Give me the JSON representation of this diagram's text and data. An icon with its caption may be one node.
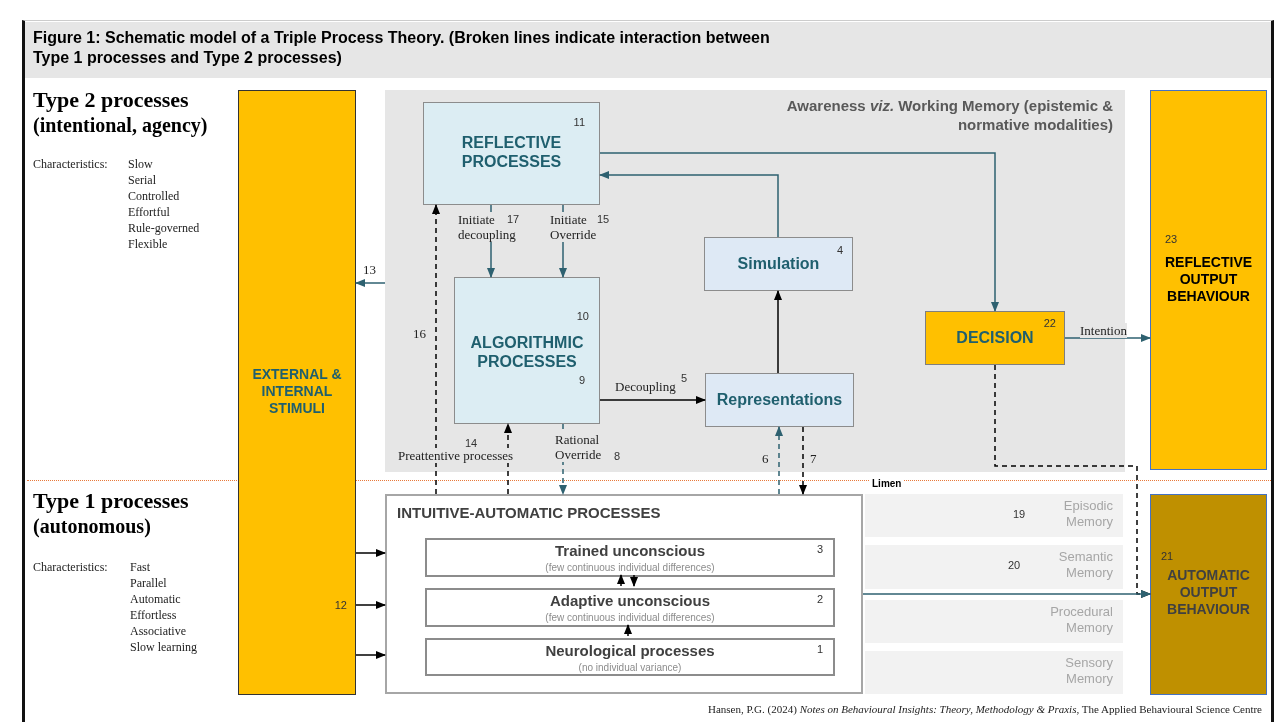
{
  "diagram": {
    "title": "Figure 1: Schematic model of a Triple Process Theory. (Broken lines indicate interaction between Type 1 processes and Type 2 processes)",
    "caption": "Hansen, P.G. (2024) *Notes on Behavioural Insights: Theory, Methodology & Praxis*, The Applied Behavioural Science Centre",
    "nodes": [
      {
        "text": [
          "Awareness *viz.* Working Memory (epistemic & normative modalities)"
        ]
      },
      {
        "text": [
          "REFLECTIVE PROCESSES",
          "11"
        ],
        "in": 0
      },
      {
        "text": [
          "10",
          "ALGORITHMIC PROCESSES",
          "9"
        ],
        "in": 0
      },
      {
        "text": [
          "Simulation",
          "4"
        ],
        "in": 0
      },
      {
        "text": [
          "Representations"
        ],
        "in": 0
      },
      {
        "text": [
          "DECISION",
          "22"
        ],
        "in": 0
      },
      {
        "text": [
          "EXTERNAL & INTERNAL STIMULI",
          "12"
        ]
      },
      {
        "text": [
          "23",
          "REFLECTIVE OUTPUT BEHAVIOUR"
        ]
      },
      {
        "text": [
          "INTUITIVE-AUTOMATIC PROCESSES"
        ]
      },
      {
        "text": [
          "Trained unconscious",
          "(few continuous individual differences)",
          "3"
        ],
        "in": 8
      },
      {
        "text": [
          "Adaptive unconscious",
          "(few continuous individual differences)",
          "2"
        ],
        "in": 8
      },
      {
        "text": [
          "Neurological processes",
          "(no individual variance)",
          "1"
        ],
        "in": 8
      },
      {
        "text": [
          "19",
          "Episodic Memory"
        ]
      },
      {
        "text": [
          "20",
          "Semantic Memory"
        ]
      },
      {
        "text": [
          "Procedural Memory"
        ]
      },
      {
        "text": [
          "Sensory Memory"
        ]
      },
      {
        "text": [
          "21",
          "AUTOMATIC OUTPUT BEHAVIOUR"
        ]
      }
    ],
    "edges": [
      {
        "from": 1,
        "to": 2,
        "arrow": "to",
        "label": "Initiate decoupling",
        "color": "#2e6170"
      },
      {
        "from": 1,
        "to": 2,
        "arrow": "to",
        "label": "Initiate Override",
        "color": "#2e6170"
      },
      {
        "from": 2,
        "to": 4,
        "arrow": "to",
        "label": "Decoupling"
      },
      {
        "from": 4,
        "to": 3,
        "arrow": "to"
      },
      {
        "from": 3,
        "to": 1,
        "arrow": "to",
        "color": "#2e6170"
      },
      {
        "from": 1,
        "to": 5,
        "arrow": "to",
        "color": "#2e6170"
      },
      {
        "from": 5,
        "to": 7,
        "arrow": "to",
        "label": "Intention",
        "color": "#2e6170"
      },
      {
        "from": 0,
        "to": 6,
        "arrow": "to",
        "label": "13",
        "color": "#2e6170"
      },
      {
        "from": 6,
        "to": 8,
        "arrow": "to"
      },
      {
        "from": 6,
        "to": 8,
        "arrow": "to"
      },
      {
        "from": 6,
        "to": 8,
        "arrow": "to"
      },
      {
        "from": 8,
        "to": 1,
        "arrow": "to",
        "label": "16",
        "style": "dashed"
      },
      {
        "from": 8,
        "to": 2,
        "arrow": "to",
        "label": "Preattentive processes",
        "style": "dashed"
      },
      {
        "from": 2,
        "to": 8,
        "arrow": "to",
        "label": "Rational Override",
        "style": "dashed",
        "color": "#2e6170"
      },
      {
        "from": 8,
        "to": 4,
        "arrow": "to",
        "label": "6",
        "style": "dashed",
        "color": "#2e6170"
      },
      {
        "from": 4,
        "to": 8,
        "arrow": "to",
        "label": "7",
        "style": "dashed"
      },
      {
        "from": 5,
        "to": 16,
        "arrow": "to",
        "style": "dashed"
      },
      {
        "from": 8,
        "to": 16,
        "arrow": "to",
        "color": "#2e6170"
      },
      {
        "from": 9,
        "to": 10,
        "arrow": "to"
      },
      {
        "from": 10,
        "to": 9,
        "arrow": "to"
      },
      {
        "from": 11,
        "to": 10,
        "arrow": "to"
      }
    ],
    "labels": [
      "Type 2 processes",
      "(intentional, agency)",
      "Characteristics:",
      "Slow",
      "Serial",
      "Controlled",
      "Effortful",
      "Rule-governed",
      "Flexible",
      "17",
      "15",
      "5",
      "14",
      "8",
      "Limen",
      "Type 1 processes",
      "(autonomous)",
      "Characteristics:",
      "Fast",
      "Parallel",
      "Automatic",
      "Effortless",
      "Associative",
      "Slow learning"
    ]
  }
}
